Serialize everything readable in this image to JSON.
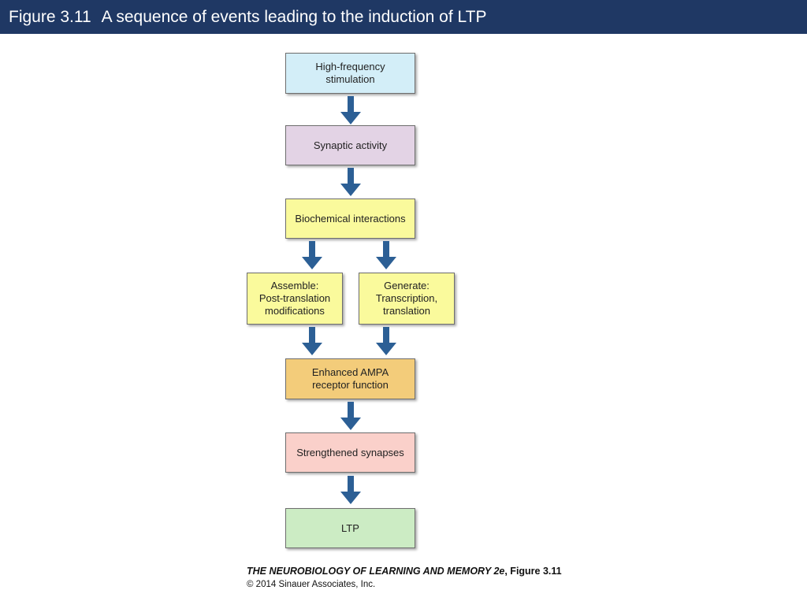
{
  "header": {
    "figure_number": "Figure 3.11",
    "title": "A sequence of events leading to the induction of LTP"
  },
  "diagram": {
    "nodes": {
      "high_frequency": "High-frequency\nstimulation",
      "synaptic_activity": "Synaptic activity",
      "biochemical": "Biochemical interactions",
      "assemble": "Assemble:\nPost-translation\nmodifications",
      "generate": "Generate:\nTranscription,\ntranslation",
      "ampa": "Enhanced AMPA\nreceptor function",
      "strengthened": "Strengthened synapses",
      "ltp": "LTP"
    },
    "colors": {
      "arrow": "#2c5f95",
      "title_bar": "#1f3864",
      "high_frequency": "#d3eef8",
      "synaptic_activity": "#e3d3e5",
      "biochemical": "#fafa9c",
      "ampa": "#f3cc7a",
      "strengthened": "#fad0ca",
      "ltp": "#ccecc4"
    }
  },
  "caption": {
    "book_title": "THE NEUROBIOLOGY OF LEARNING AND MEMORY 2e",
    "figure_ref": ", Figure 3.11",
    "copyright": "© 2014 Sinauer Associates, Inc."
  }
}
